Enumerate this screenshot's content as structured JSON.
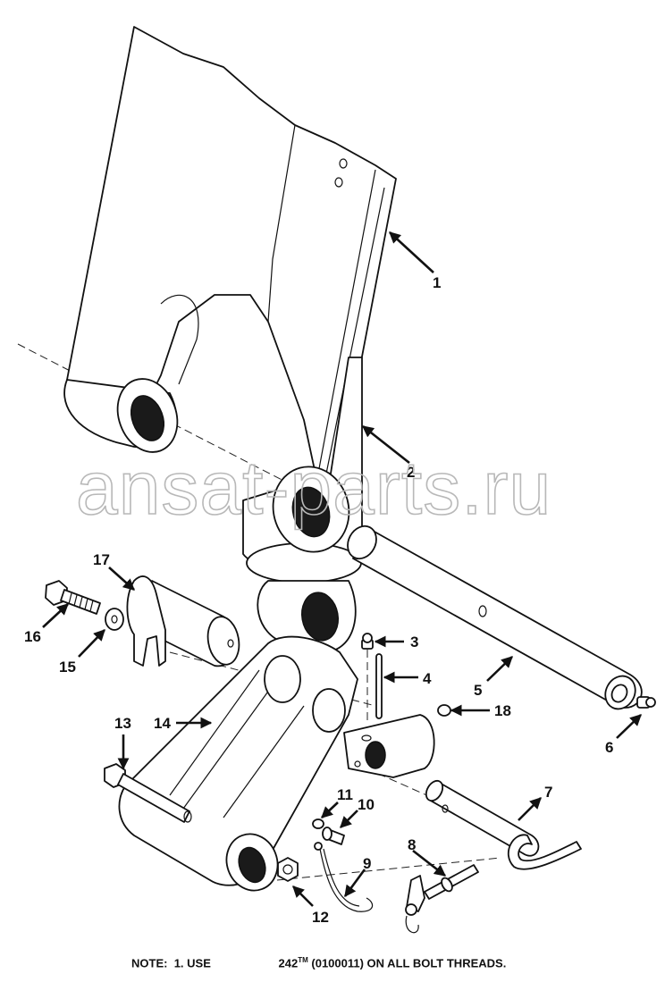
{
  "callouts": [
    "1",
    "2",
    "3",
    "4",
    "5",
    "6",
    "7",
    "8",
    "9",
    "10",
    "11",
    "12",
    "13",
    "14",
    "15",
    "16",
    "17",
    "18"
  ],
  "note": {
    "prefix": "NOTE:",
    "item": "1. USE",
    "product": "242",
    "trademark": "TM",
    "text": "(0100011) ON ALL BOLT THREADS."
  },
  "watermark": "ansat-parts.ru"
}
